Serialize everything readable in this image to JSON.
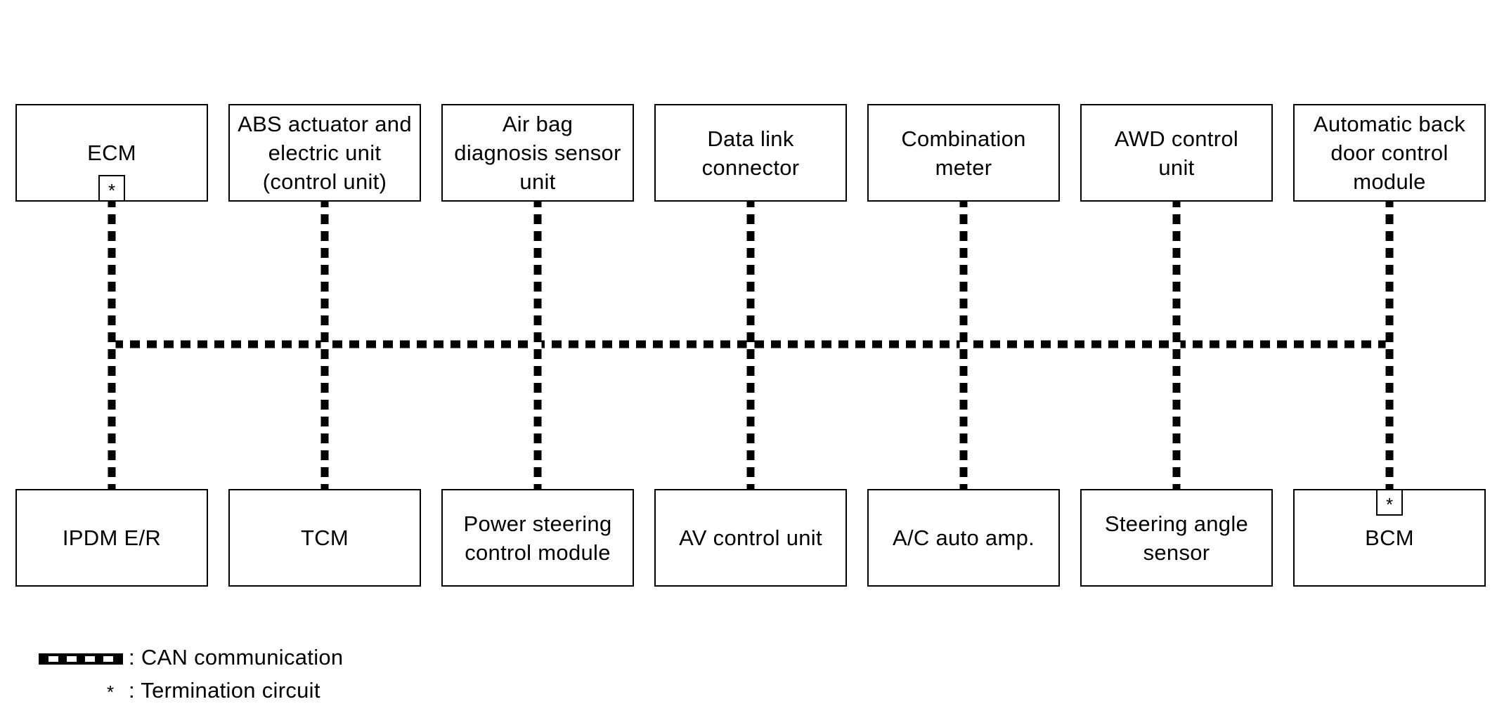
{
  "diagram": {
    "top_row": [
      {
        "label": "ECM",
        "termination": true
      },
      {
        "label": "ABS actuator and\nelectric unit\n(control unit)",
        "termination": false
      },
      {
        "label": "Air bag\ndiagnosis sensor\nunit",
        "termination": false
      },
      {
        "label": "Data link\nconnector",
        "termination": false
      },
      {
        "label": "Combination\nmeter",
        "termination": false
      },
      {
        "label": "AWD control\nunit",
        "termination": false
      },
      {
        "label": "Automatic back\ndoor control\nmodule",
        "termination": false
      }
    ],
    "bottom_row": [
      {
        "label": "IPDM E/R",
        "termination": false
      },
      {
        "label": "TCM",
        "termination": false
      },
      {
        "label": "Power steering\ncontrol module",
        "termination": false
      },
      {
        "label": "AV control unit",
        "termination": false
      },
      {
        "label": "A/C auto amp.",
        "termination": false
      },
      {
        "label": "Steering angle\nsensor",
        "termination": false
      },
      {
        "label": "BCM",
        "termination": true
      }
    ],
    "termination_symbol": "*"
  },
  "legend": {
    "can_label": ": CAN communication",
    "termination_symbol": "*",
    "termination_label": ": Termination circuit"
  },
  "colors": {
    "line": "#000000",
    "dash_light": "#ffffff",
    "background": "#ffffff"
  }
}
